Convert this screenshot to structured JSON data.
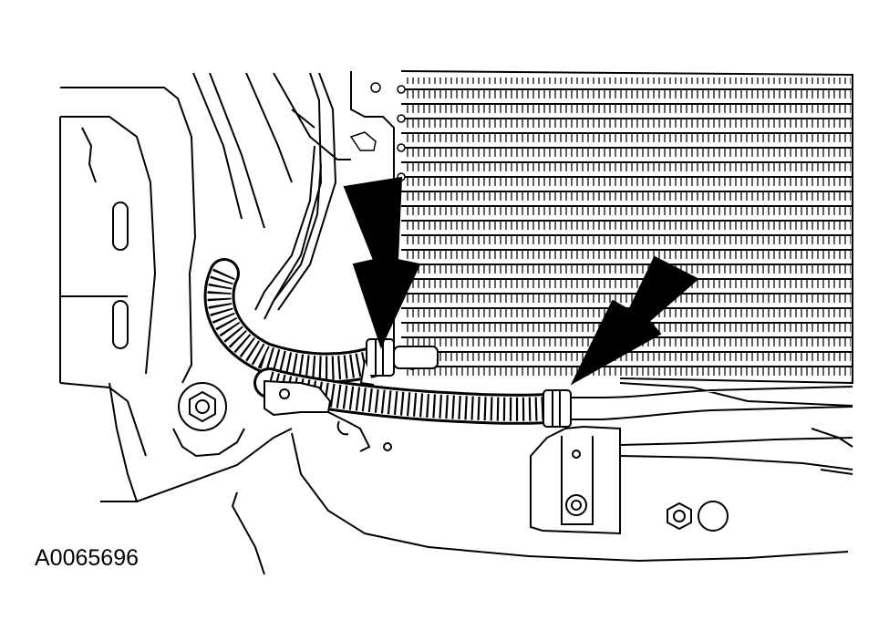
{
  "figure": {
    "id_label": "A0065696"
  },
  "colors": {
    "line": "#000000",
    "background": "#ffffff"
  },
  "callouts": [
    {
      "name": "arrow-hose-clamp-upper",
      "icon": "callout-arrow-down"
    },
    {
      "name": "arrow-hose-clamp-lower",
      "icon": "callout-arrow-down-left"
    }
  ]
}
